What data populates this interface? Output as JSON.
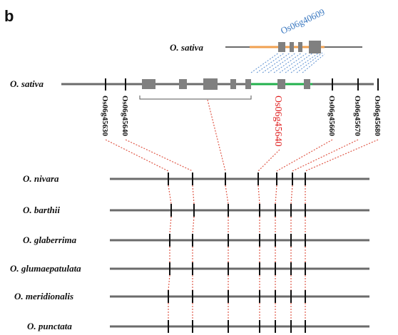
{
  "panel_label": "b",
  "top_gene": "Os06g40609",
  "top_species": "O. sativa",
  "ref_species": "O. sativa",
  "ref_genes": [
    {
      "label": "Os06g45630",
      "highlight": false
    },
    {
      "label": "Os06g45640",
      "highlight": false
    },
    {
      "label": "Os06g45640",
      "highlight": true
    },
    {
      "label": "Os06g45660",
      "highlight": false
    },
    {
      "label": "Os06g45670",
      "highlight": false
    },
    {
      "label": "Os06g45680",
      "highlight": false
    }
  ],
  "species": [
    "O. nivara",
    "O. barthii",
    "O. glaberrima",
    "O. glumaepatulata",
    "O. meridionalis",
    "O. punctata"
  ],
  "colors": {
    "chromosome": "#6b6b6b",
    "insertion": "#22b14c",
    "utr": "#f0a050",
    "connector": "#e05a4a",
    "highlight_gene": "#e02020",
    "top_gene": "#3a78c0"
  }
}
